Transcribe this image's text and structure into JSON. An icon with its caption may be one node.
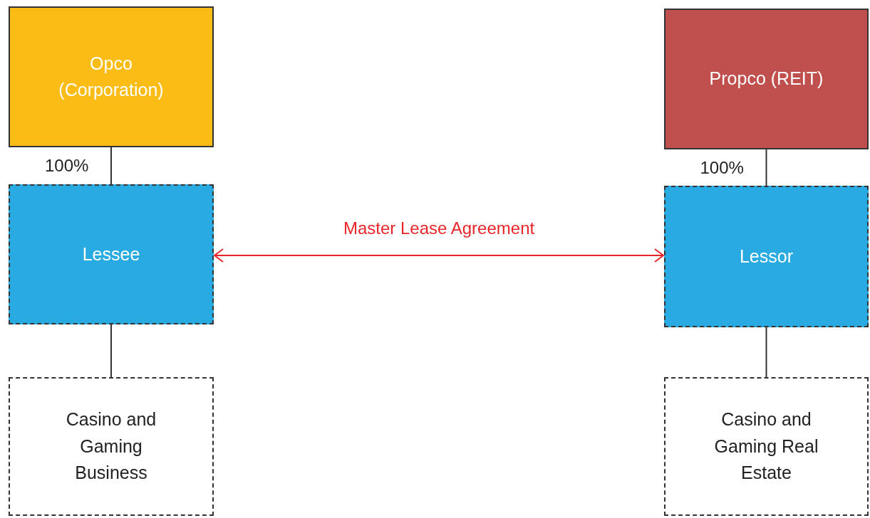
{
  "diagram": {
    "nodes": [
      {
        "text": [
          "Opco (Corporation)"
        ]
      },
      {
        "text": [
          "Lessee"
        ]
      },
      {
        "text": [
          "Casino and Gaming Business"
        ]
      },
      {
        "text": [
          "Propco (REIT)"
        ]
      },
      {
        "text": [
          "Lessor"
        ]
      },
      {
        "text": [
          "Casino and Gaming Real Estate"
        ]
      }
    ],
    "edges": [
      {
        "from": 0,
        "to": 1,
        "arrow": "none",
        "label": "100%"
      },
      {
        "from": 1,
        "to": 2,
        "arrow": "none"
      },
      {
        "from": 3,
        "to": 4,
        "arrow": "none",
        "label": "100%"
      },
      {
        "from": 4,
        "to": 5,
        "arrow": "none"
      },
      {
        "from": 1,
        "to": 4,
        "arrow": "both",
        "label": "Master Lease Agreement",
        "color": "#e8262a"
      }
    ]
  }
}
